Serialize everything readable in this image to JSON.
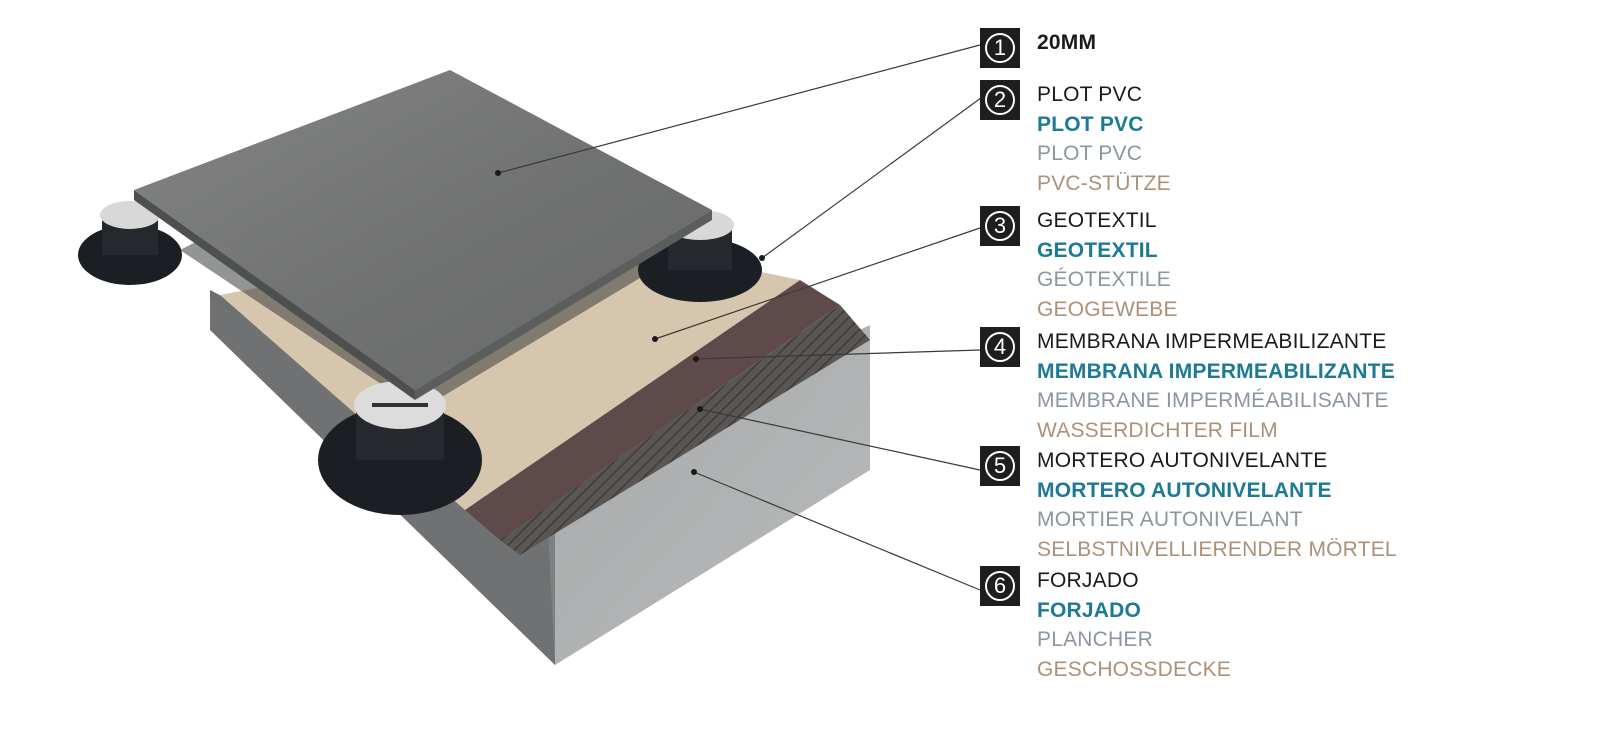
{
  "legend": [
    {
      "number": "1",
      "labels": [
        {
          "lang": "es",
          "text": "20MM"
        }
      ]
    },
    {
      "number": "2",
      "labels": [
        {
          "lang": "es",
          "text": "PLOT PVC"
        },
        {
          "lang": "ca",
          "text": "PLOT PVC"
        },
        {
          "lang": "fr",
          "text": "PLOT PVC"
        },
        {
          "lang": "de",
          "text": "PVC-STÜTZE"
        }
      ]
    },
    {
      "number": "3",
      "labels": [
        {
          "lang": "es",
          "text": "GEOTEXTIL"
        },
        {
          "lang": "ca",
          "text": "GEOTEXTIL"
        },
        {
          "lang": "fr",
          "text": "GÉOTEXTILE"
        },
        {
          "lang": "de",
          "text": "GEOGEWEBE"
        }
      ]
    },
    {
      "number": "4",
      "labels": [
        {
          "lang": "es",
          "text": "MEMBRANA IMPERMEABILIZANTE"
        },
        {
          "lang": "ca",
          "text": "MEMBRANA IMPERMEABILIZANTE"
        },
        {
          "lang": "fr",
          "text": "MEMBRANE IMPERMÉABILISANTE"
        },
        {
          "lang": "de",
          "text": "WASSERDICHTER FILM"
        }
      ]
    },
    {
      "number": "5",
      "labels": [
        {
          "lang": "es",
          "text": "MORTERO AUTONIVELANTE"
        },
        {
          "lang": "ca",
          "text": "MORTERO AUTONIVELANTE"
        },
        {
          "lang": "fr",
          "text": "MORTIER AUTONIVELANT"
        },
        {
          "lang": "de",
          "text": "SELBSTNIVELLIERENDER MÖRTEL"
        }
      ]
    },
    {
      "number": "6",
      "labels": [
        {
          "lang": "es",
          "text": "FORJADO"
        },
        {
          "lang": "ca",
          "text": "FORJADO"
        },
        {
          "lang": "fr",
          "text": "PLANCHER"
        },
        {
          "lang": "de",
          "text": "GESCHOSSDECKE"
        }
      ]
    }
  ],
  "colors": {
    "es": "#1a1a1a",
    "ca": "#1d7a97",
    "fr": "#8c96a1",
    "de": "#ac9178",
    "badge": "#1e1e1e"
  }
}
